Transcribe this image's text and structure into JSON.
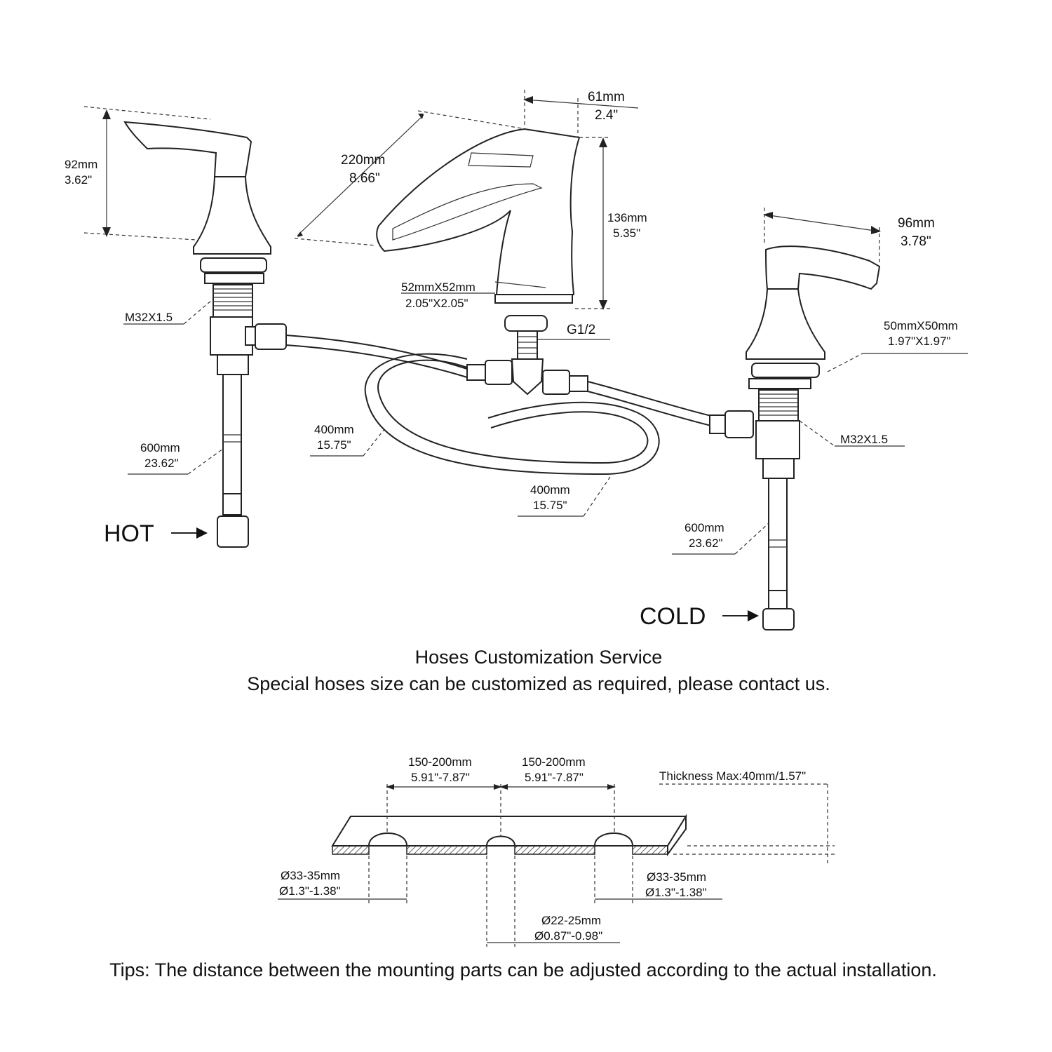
{
  "dimensions": {
    "handle_height": {
      "mm": "92mm",
      "in": "3.62\""
    },
    "spout_length": {
      "mm": "220mm",
      "in": "8.66\""
    },
    "spout_width": {
      "mm": "61mm",
      "in": "2.4\""
    },
    "spout_height": {
      "mm": "136mm",
      "in": "5.35\""
    },
    "handle_length": {
      "mm": "96mm",
      "in": "3.78\""
    },
    "spout_base": {
      "mm": "52mmX52mm",
      "in": "2.05\"X2.05\""
    },
    "handle_base": {
      "mm": "50mmX50mm",
      "in": "1.97\"X1.97\""
    },
    "thread_left": "M32X1.5",
    "thread_right": "M32X1.5",
    "spout_thread": "G1/2",
    "hose_left": {
      "mm": "400mm",
      "in": "15.75\""
    },
    "hose_right": {
      "mm": "400mm",
      "in": "15.75\""
    },
    "supply_left": {
      "mm": "600mm",
      "in": "23.62\""
    },
    "supply_right": {
      "mm": "600mm",
      "in": "23.62\""
    }
  },
  "labels": {
    "hot": "HOT",
    "cold": "COLD"
  },
  "customization": {
    "title": "Hoses Customization Service",
    "text": "Special hoses size can be customized as required, please contact us."
  },
  "installation": {
    "spacing_left": {
      "mm": "150-200mm",
      "in": "5.91\"-7.87\""
    },
    "spacing_right": {
      "mm": "150-200mm",
      "in": "5.91\"-7.87\""
    },
    "thickness": "Thickness Max:40mm/1.57\"",
    "hole_left": {
      "mm": "Ø33-35mm",
      "in": "Ø1.3\"-1.38\""
    },
    "hole_right": {
      "mm": "Ø33-35mm",
      "in": "Ø1.3\"-1.38\""
    },
    "hole_center": {
      "mm": "Ø22-25mm",
      "in": "Ø0.87\"-0.98\""
    }
  },
  "tips": "Tips: The distance between the mounting parts can be adjusted according to the actual installation."
}
